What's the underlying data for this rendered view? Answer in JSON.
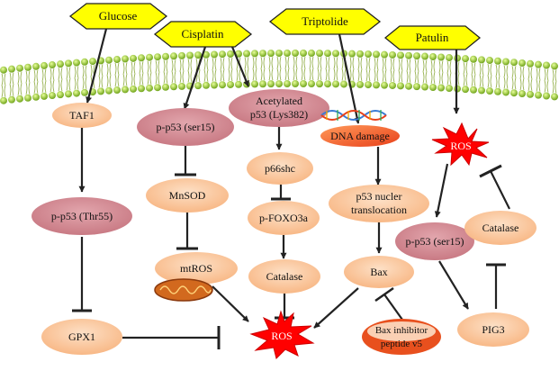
{
  "stimuli": {
    "glucose": "Glucose",
    "cisplatin": "Cisplatin",
    "triptolide": "Triptolide",
    "patulin": "Patulin"
  },
  "nodes": {
    "taf1": "TAF1",
    "p_p53_thr55": "p-p53 (Thr55)",
    "gpx1": "GPX1",
    "p_p53_ser15_left": "p-p53 (ser15)",
    "mnsod": "MnSOD",
    "mtros": "mtROS",
    "acetylated_p53_line1": "Acetylated",
    "acetylated_p53_line2": "p53 (Lys382)",
    "p66shc": "p66shc",
    "p_foxo3a": "p-FOXO3a",
    "catalase_mid": "Catalase",
    "dna_damage": "DNA damage",
    "p53_nuclear_line1": "p53 nucler",
    "p53_nuclear_line2": "translocation",
    "bax": "Bax",
    "bax_inhibitor_line1": "Bax inhibitor",
    "bax_inhibitor_line2": "peptide v5",
    "ros_top": "ROS",
    "p_p53_ser15_right": "p-p53 (ser15)",
    "catalase_right": "Catalase",
    "pig3": "PIG3",
    "ros_bottom": "ROS"
  },
  "colors": {
    "stimulus_fill": "#ffff00",
    "peach_node": "#fbc79d",
    "pink_node": "#d18a92",
    "ros_burst": "#ff0000",
    "membrane_head": "#9acd32",
    "arrow": "#222222"
  }
}
